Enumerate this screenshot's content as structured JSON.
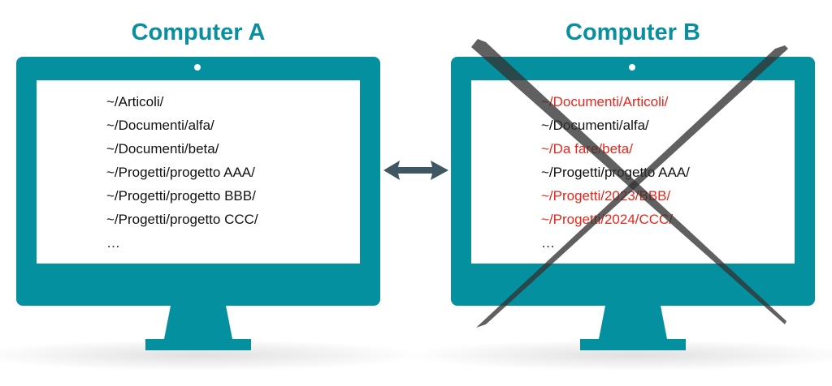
{
  "computer_a": {
    "title": "Computer A",
    "paths": [
      {
        "text": "~/Articoli/",
        "changed": false
      },
      {
        "text": "~/Documenti/alfa/",
        "changed": false
      },
      {
        "text": "~/Documenti/beta/",
        "changed": false
      },
      {
        "text": "~/Progetti/progetto AAA/",
        "changed": false
      },
      {
        "text": "~/Progetti/progetto BBB/",
        "changed": false
      },
      {
        "text": "~/Progetti/progetto CCC/",
        "changed": false
      },
      {
        "text": "…",
        "changed": false
      }
    ]
  },
  "computer_b": {
    "title": "Computer B",
    "crossed_out": true,
    "paths": [
      {
        "text": "~/Documenti/Articoli/",
        "changed": true
      },
      {
        "text": "~/Documenti/alfa/",
        "changed": false
      },
      {
        "text": "~/Da fare/beta/",
        "changed": true
      },
      {
        "text": "~/Progetti/progetto AAA/",
        "changed": false
      },
      {
        "text": "~/Progetti/2023/BBB/",
        "changed": true
      },
      {
        "text": "~/Progetti/2024/CCC/",
        "changed": true
      },
      {
        "text": "…",
        "changed": false
      }
    ]
  },
  "sync_icon": "double-arrow-icon",
  "colors": {
    "teal": "#0590a0",
    "changed": "#e8261c",
    "arrow": "#3f5663",
    "cross": "#333333"
  }
}
